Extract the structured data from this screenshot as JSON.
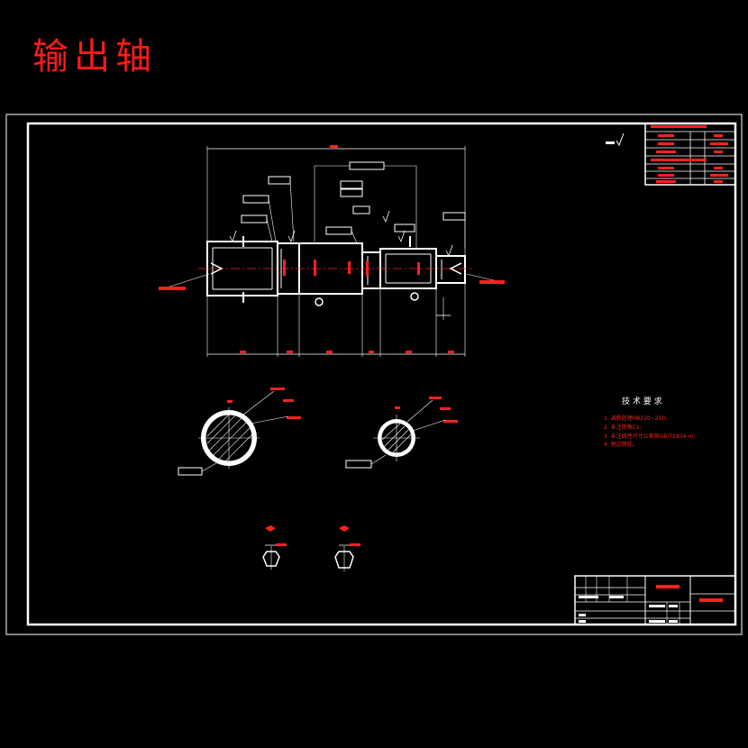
{
  "title": "输出轴",
  "colors": {
    "background": "#000000",
    "line": "#ffffff",
    "annotation": "#ff2020"
  },
  "tech_requirements": {
    "heading": "技 术 要 求",
    "items": [
      "1. 调质处理HB220~250;",
      "2. 未注倒角C1;",
      "3. 未注线性尺寸公差按GB/T1804-m;",
      "4. 锐边倒钝。"
    ]
  },
  "section_labels": [
    "A-A",
    "B-B"
  ],
  "roughness_note": "3.2"
}
